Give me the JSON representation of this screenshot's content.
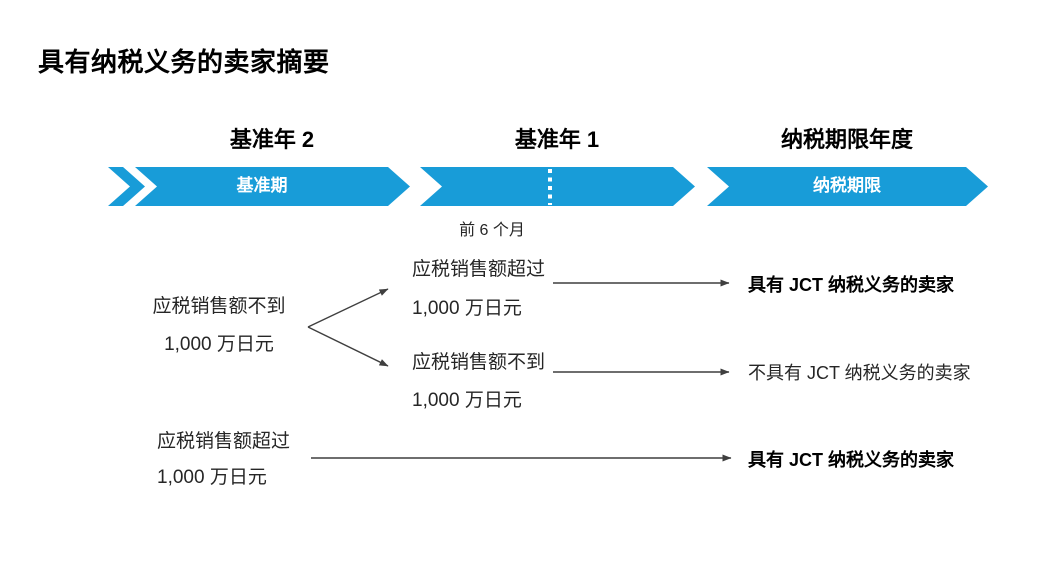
{
  "title": "具有纳税义务的卖家摘要",
  "colors": {
    "accent": "#189CD8",
    "arrow": "#3F3F3F",
    "text": "#262626"
  },
  "timeline": {
    "columns": [
      {
        "label": "基准年 2"
      },
      {
        "label": "基准年 1"
      },
      {
        "label": "纳税期限年度"
      }
    ],
    "segments": [
      {
        "label": "基准期"
      },
      {
        "label": ""
      },
      {
        "label": "纳税期限"
      }
    ],
    "sub_label": "前 6 个月"
  },
  "flowchart": {
    "nodes": {
      "base_year2_under": {
        "line1": "应税销售额不到",
        "line2": "1,000 万日元"
      },
      "base_year1_over": {
        "line1": "应税销售额超过",
        "line2": "1,000 万日元"
      },
      "base_year1_under": {
        "line1": "应税销售额不到",
        "line2": "1,000 万日元"
      },
      "base_year2_over": {
        "line1": "应税销售额超过",
        "line2": "1,000 万日元"
      }
    },
    "results": {
      "r1": "具有 JCT 纳税义务的卖家",
      "r2": "不具有 JCT 纳税义务的卖家",
      "r3": "具有 JCT 纳税义务的卖家"
    }
  }
}
